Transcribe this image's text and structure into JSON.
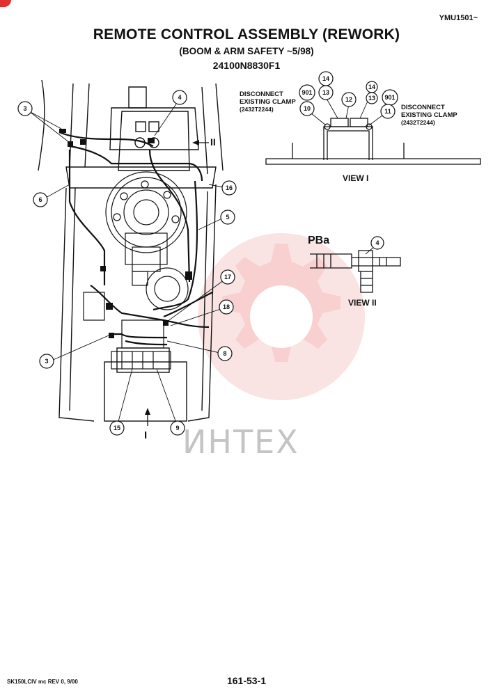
{
  "header": {
    "serial_range": "YMU1501~",
    "title": "REMOTE CONTROL ASSEMBLY (REWORK)",
    "subtitle": "(BOOM & ARM SAFETY ~5/98)",
    "part_number": "24100N8830F1"
  },
  "notes": {
    "disconnect_left": [
      "DISCONNECT",
      "EXISTING CLAMP",
      "(2432T2244)"
    ],
    "disconnect_right": [
      "DISCONNECT",
      "EXISTING CLAMP",
      "(2432T2244)"
    ]
  },
  "views": {
    "view_1_label": "VIEW I",
    "view_2_label": "VIEW II",
    "port_label": "PBa",
    "arrow_1": "I",
    "arrow_2": "II"
  },
  "callouts": {
    "c3a": "3",
    "c4": "4",
    "c6": "6",
    "c16": "16",
    "c5": "5",
    "c17": "17",
    "c18": "18",
    "c3b": "3",
    "c8": "8",
    "c15": "15",
    "c9": "9",
    "v14a": "14",
    "v901a": "901",
    "v13a": "13",
    "v10": "10",
    "v12": "12",
    "v14b": "14",
    "v13b": "13",
    "v901b": "901",
    "v11": "11",
    "v4": "4"
  },
  "watermark": {
    "text": "ИНТЕХ",
    "color": "#e03030"
  },
  "footer": {
    "model_rev": "SK150LCIV mc REV  0, 9/00",
    "page": "161-53-1"
  }
}
